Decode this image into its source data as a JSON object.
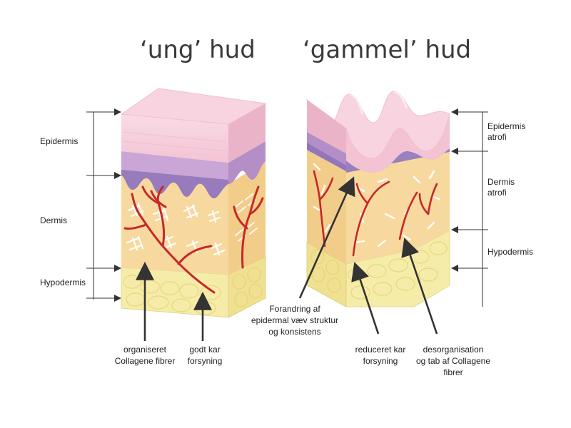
{
  "titles": {
    "young": "‘ung’ hud",
    "old": "‘gammel’ hud"
  },
  "left_labels": {
    "epidermis": "Epidermis",
    "dermis": "Dermis",
    "hypodermis": "Hypodermis"
  },
  "right_labels": {
    "epidermis_line1": "Epidermis",
    "epidermis_line2": "atrofi",
    "dermis_line1": "Dermis",
    "dermis_line2": "atrofi",
    "hypodermis": "Hypodermis"
  },
  "captions": {
    "collagen_line1": "organiseret",
    "collagen_line2": "Collagene fibrer",
    "vessel_good_line1": "godt kar",
    "vessel_good_line2": "forsyning",
    "epidermal_line1": "Forandring af",
    "epidermal_line2": "epidermal væv struktur",
    "epidermal_line3": "og konsistens",
    "vessel_reduced_line1": "reduceret kar",
    "vessel_reduced_line2": "forsyning",
    "disorg_line1": "desorganisation",
    "disorg_line2": "og tab af Collagene",
    "disorg_line3": "fibrer"
  },
  "colors": {
    "epidermis_top": "#f6c9d9",
    "epidermis_layer": "#c9a6d6",
    "basal_layer": "#8e73b8",
    "dermis": "#f7d9a0",
    "hypodermis": "#f6ecaa",
    "vessel": "#c62828",
    "collagen": "#ffffff",
    "arrow": "#333333"
  }
}
